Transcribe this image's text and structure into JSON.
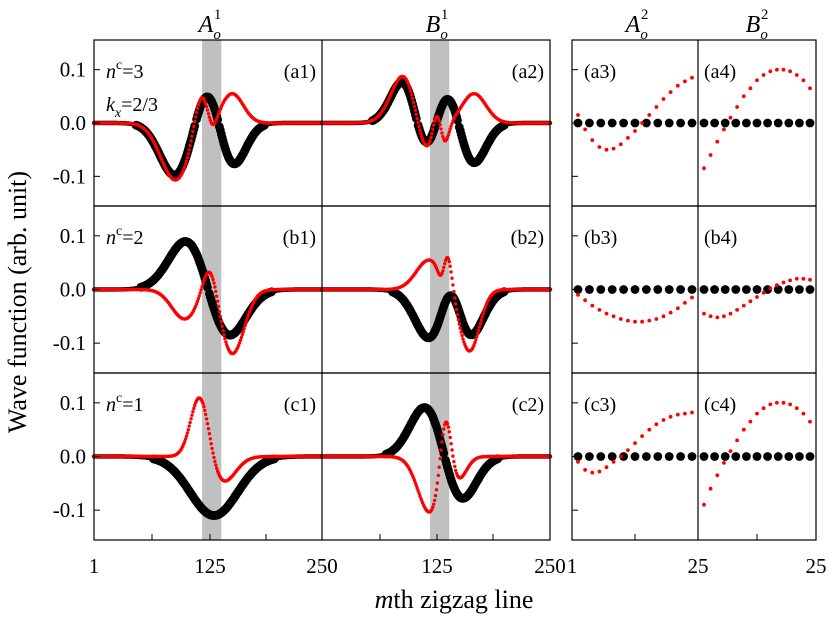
{
  "chart_data": {
    "type": "scatter",
    "ylabel": "Wave function (arb. unit)",
    "xlabel": "mth zigzag line",
    "ylim": [
      -0.15,
      0.15
    ],
    "y_ticks": [
      "0.1",
      "0.0",
      "-0.1"
    ],
    "y_tick_values": [
      0.1,
      0.0,
      -0.1
    ],
    "grid": false,
    "columns": [
      {
        "title_main": "A",
        "title_sub": "o",
        "title_sup": "1",
        "xlim": [
          1,
          250
        ]
      },
      {
        "title_main": "B",
        "title_sub": "o",
        "title_sup": "1",
        "xlim": [
          1,
          250
        ]
      },
      {
        "title_main": "A",
        "title_sub": "o",
        "title_sup": "2",
        "xlim": [
          1,
          25
        ]
      },
      {
        "title_main": "B",
        "title_sub": "o",
        "title_sup": "2",
        "xlim": [
          1,
          25
        ]
      }
    ],
    "x_ticks_left": [
      "1",
      "125",
      "250",
      "125",
      "250"
    ],
    "x_ticks_right": [
      "1",
      "25",
      "25"
    ],
    "highlight_band": {
      "x_from": 119,
      "x_to": 140,
      "color": "#c0c0c0"
    },
    "rows": [
      {
        "nc_label": "n",
        "nc_sup": "c",
        "nc_value": "=3",
        "kx_main": "k",
        "kx_sub": "x",
        "kx_value": "=2/3"
      },
      {
        "nc_label": "n",
        "nc_sup": "c",
        "nc_value": "=2"
      },
      {
        "nc_label": "n",
        "nc_sup": "c",
        "nc_value": "=1"
      }
    ],
    "panel_labels": [
      [
        "(a1)",
        "(a2)",
        "(a3)",
        "(a4)"
      ],
      [
        "(b1)",
        "(b2)",
        "(b3)",
        "(b4)"
      ],
      [
        "(c1)",
        "(c2)",
        "(c3)",
        "(c4)"
      ]
    ],
    "series_colors": {
      "black": "#000000",
      "red": "#ff0000"
    },
    "left_panels": [
      {
        "black": [
          {
            "a": -0.1,
            "c": 90,
            "w": 17
          },
          {
            "a": 0.085,
            "c": 127,
            "w": 14
          },
          {
            "a": -0.093,
            "c": 150,
            "w": 15
          }
        ],
        "red": [
          {
            "a": -0.107,
            "c": 90,
            "w": 16
          },
          {
            "a": 0.07,
            "c": 118,
            "w": 8
          },
          {
            "a": -0.03,
            "c": 130,
            "w": 5
          },
          {
            "a": 0.055,
            "c": 152,
            "w": 12
          }
        ]
      },
      {
        "black": [
          {
            "a": 0.095,
            "c": 93,
            "w": 15
          },
          {
            "a": -0.085,
            "c": 113,
            "w": 13
          },
          {
            "a": 0.08,
            "c": 140,
            "w": 14
          },
          {
            "a": -0.09,
            "c": 163,
            "w": 15
          }
        ],
        "red": [
          {
            "a": 0.102,
            "c": 93,
            "w": 15
          },
          {
            "a": -0.082,
            "c": 113,
            "w": 12
          },
          {
            "a": 0.06,
            "c": 127,
            "w": 5
          },
          {
            "a": -0.04,
            "c": 134,
            "w": 5
          },
          {
            "a": 0.055,
            "c": 167,
            "w": 13
          }
        ]
      },
      {
        "black": [
          {
            "a": 0.1,
            "c": 105,
            "w": 21
          },
          {
            "a": -0.098,
            "c": 145,
            "w": 20
          }
        ],
        "red": [
          {
            "a": -0.055,
            "c": 100,
            "w": 14
          },
          {
            "a": 0.06,
            "c": 128,
            "w": 8
          },
          {
            "a": -0.12,
            "c": 152,
            "w": 13
          }
        ]
      },
      {
        "black": [
          {
            "a": -0.095,
            "c": 120,
            "w": 17
          },
          {
            "a": 0.08,
            "c": 142,
            "w": 11
          },
          {
            "a": -0.095,
            "c": 160,
            "w": 16
          }
        ],
        "red": [
          {
            "a": 0.055,
            "c": 118,
            "w": 14
          },
          {
            "a": -0.03,
            "c": 132,
            "w": 4
          },
          {
            "a": 0.06,
            "c": 138,
            "w": 5
          },
          {
            "a": -0.115,
            "c": 162,
            "w": 11
          }
        ]
      },
      {
        "black": [
          {
            "a": -0.11,
            "c": 132,
            "w": 26
          }
        ],
        "red": [
          {
            "a": 0.12,
            "c": 117,
            "w": 10
          },
          {
            "a": -0.05,
            "c": 141,
            "w": 14
          }
        ]
      },
      {
        "black": [
          {
            "a": 0.1,
            "c": 116,
            "w": 18
          },
          {
            "a": -0.09,
            "c": 151,
            "w": 17
          }
        ],
        "red": [
          {
            "a": -0.105,
            "c": 119,
            "w": 13
          },
          {
            "a": 0.12,
            "c": 136,
            "w": 6
          },
          {
            "a": -0.04,
            "c": 150,
            "w": 9
          }
        ]
      }
    ],
    "right_panels": [
      {
        "red": [
          0.015,
          -0.012,
          -0.032,
          -0.045,
          -0.05,
          -0.048,
          -0.04,
          -0.028,
          -0.015,
          0.0,
          0.015,
          0.03,
          0.045,
          0.058,
          0.07,
          0.078,
          0.085
        ],
        "black": 0.0
      },
      {
        "red": [
          -0.085,
          -0.06,
          -0.035,
          -0.012,
          0.01,
          0.03,
          0.05,
          0.065,
          0.08,
          0.09,
          0.097,
          0.1,
          0.1,
          0.097,
          0.09,
          0.08,
          0.065
        ],
        "black": 0.0
      },
      {
        "red": [
          -0.01,
          -0.02,
          -0.03,
          -0.038,
          -0.045,
          -0.05,
          -0.055,
          -0.058,
          -0.06,
          -0.06,
          -0.058,
          -0.055,
          -0.05,
          -0.043,
          -0.035,
          -0.025,
          -0.015
        ],
        "black": 0.0
      },
      {
        "red": [
          -0.045,
          -0.05,
          -0.052,
          -0.05,
          -0.045,
          -0.038,
          -0.03,
          -0.022,
          -0.014,
          -0.006,
          0.002,
          0.008,
          0.013,
          0.017,
          0.02,
          0.02,
          0.018
        ],
        "black": 0.0
      },
      {
        "red": [
          -0.01,
          -0.025,
          -0.03,
          -0.028,
          -0.02,
          -0.01,
          0.0,
          0.012,
          0.025,
          0.038,
          0.05,
          0.06,
          0.068,
          0.074,
          0.078,
          0.08,
          0.082
        ],
        "black": 0.0
      },
      {
        "red": [
          -0.09,
          -0.06,
          -0.035,
          -0.012,
          0.01,
          0.03,
          0.05,
          0.065,
          0.08,
          0.09,
          0.097,
          0.1,
          0.1,
          0.097,
          0.09,
          0.08,
          0.065
        ],
        "black": 0.0
      }
    ]
  }
}
